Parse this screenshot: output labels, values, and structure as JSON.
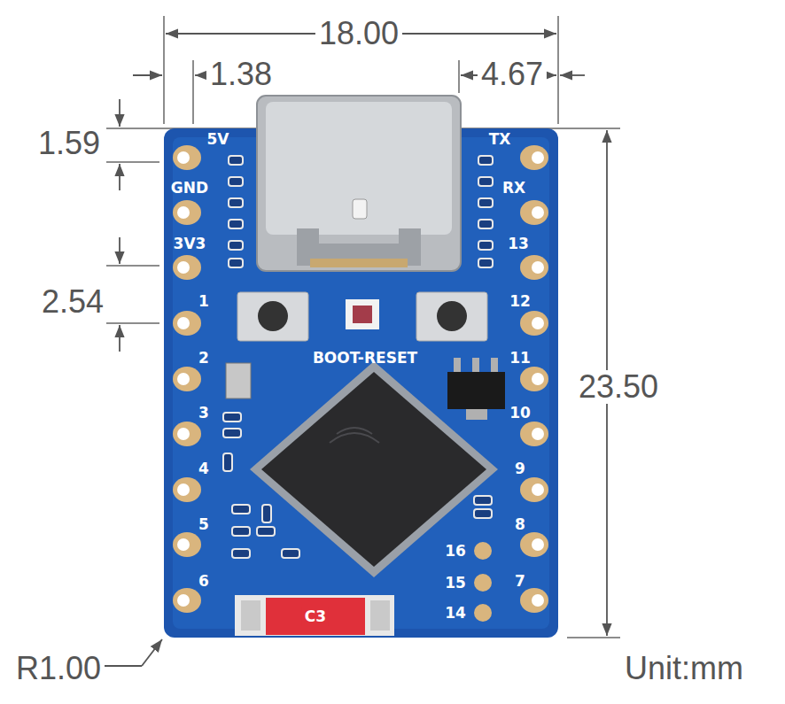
{
  "diagram": {
    "labels": [
      "18.00",
      "1.38",
      "4.67",
      "1.59",
      "2.54",
      "23.50",
      "R1.00",
      "Unit:mm",
      "5V",
      "GND",
      "3V3",
      "1",
      "2",
      "3",
      "4",
      "5",
      "6",
      "TX",
      "RX",
      "13",
      "12",
      "11",
      "10",
      "9",
      "8",
      "7",
      "16",
      "15",
      "14",
      "BOOT-RESET",
      "C3"
    ]
  }
}
